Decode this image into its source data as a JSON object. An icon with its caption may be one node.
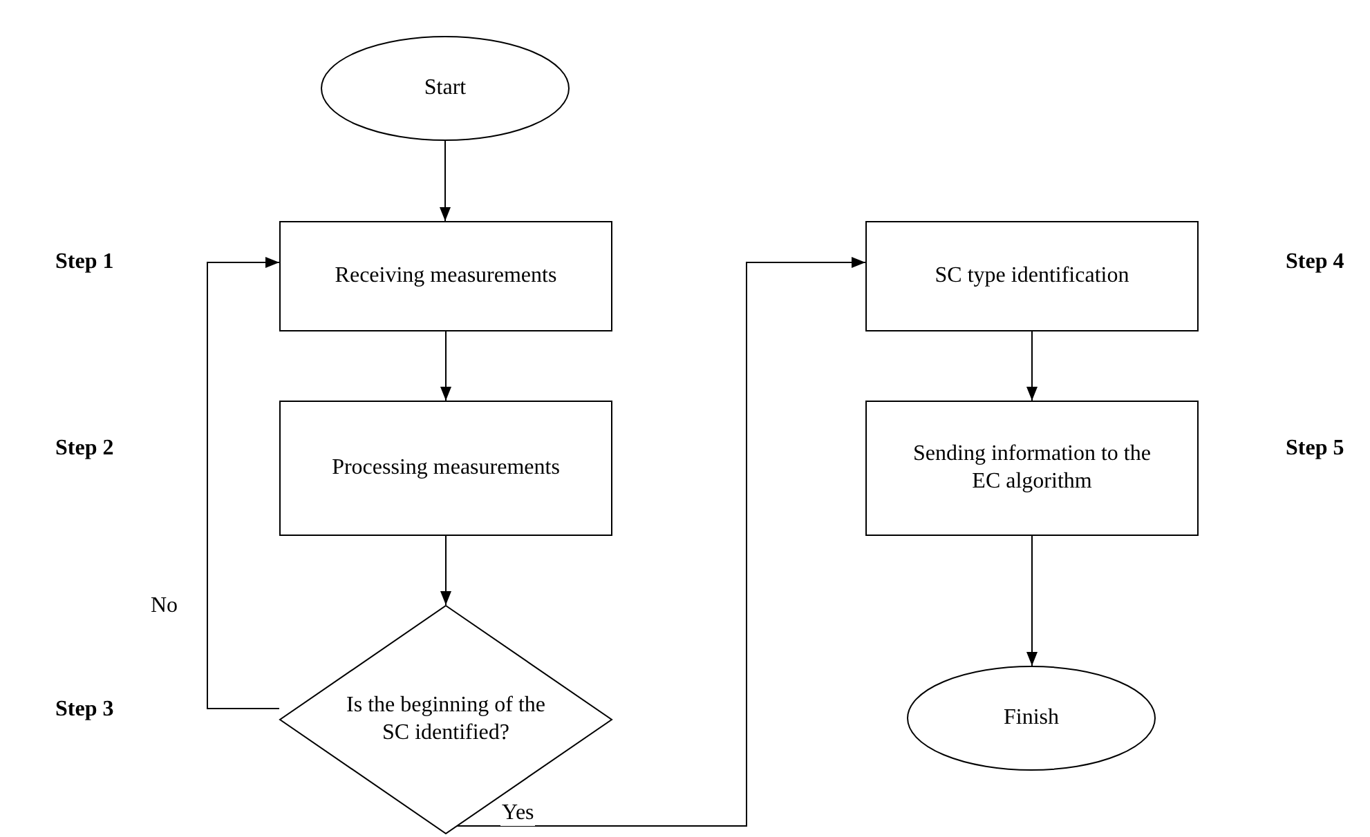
{
  "diagram": {
    "nodes": [
      {
        "text": [
          "Start"
        ]
      },
      {
        "text": [
          "Receiving measurements"
        ]
      },
      {
        "text": [
          "Processing measurements"
        ]
      },
      {
        "text": [
          "Is the beginning of the SC identified?"
        ]
      },
      {
        "text": [
          "SC type identification"
        ]
      },
      {
        "text": [
          "Sending information to the EC algorithm"
        ]
      },
      {
        "text": [
          "Finish"
        ]
      }
    ],
    "edges": [
      {
        "from": 0,
        "to": 1,
        "arrow": "to"
      },
      {
        "from": 1,
        "to": 2,
        "arrow": "to"
      },
      {
        "from": 2,
        "to": 3,
        "arrow": "to"
      },
      {
        "from": 3,
        "to": 1,
        "arrow": "to",
        "label": "No"
      },
      {
        "from": 3,
        "to": 4,
        "arrow": "to",
        "label": "Yes"
      },
      {
        "from": 4,
        "to": 5,
        "arrow": "to"
      },
      {
        "from": 5,
        "to": 6,
        "arrow": "to"
      }
    ],
    "labels": [
      "Step 1",
      "Step 4",
      "Step 2",
      "Step 5",
      "Step 3"
    ]
  }
}
